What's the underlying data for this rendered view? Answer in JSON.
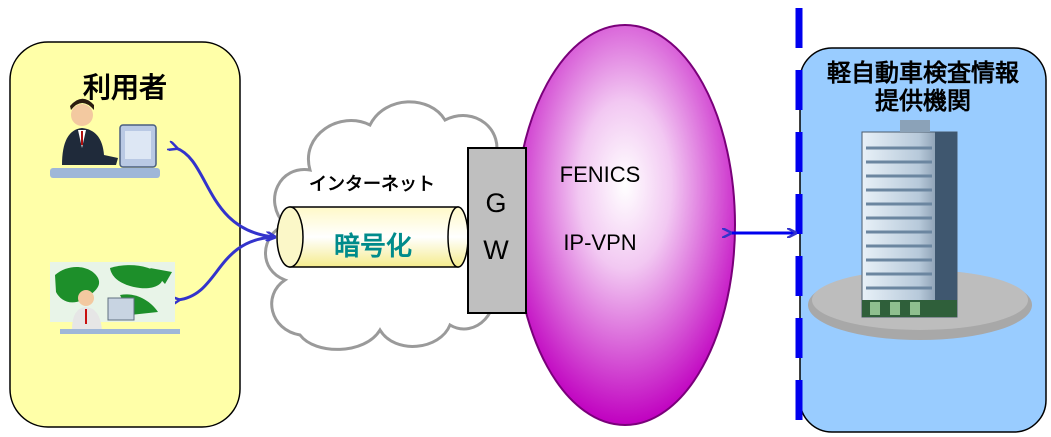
{
  "users_box": {
    "title": "利用者"
  },
  "internet": {
    "label": "インターネット"
  },
  "tunnel": {
    "label": "暗号化"
  },
  "gateway": {
    "letters": [
      "G",
      "W"
    ]
  },
  "network": {
    "name": "FENICS",
    "type": "IP-VPN"
  },
  "organization": {
    "title_line1": "軽自動車検査情報",
    "title_line2": "提供機関"
  },
  "colors": {
    "users_box_fill": "#ffffa8",
    "org_box_fill": "#99ccff",
    "ellipse_fill": "#cc00cc",
    "tunnel_fill": "#ffffc0",
    "gateway_fill": "#bfbfbf",
    "arrow": "#3333cc",
    "boundary": "#0000ee",
    "tunnel_text": "#008b8b"
  },
  "icons": [
    "user-pc-icon",
    "user-globe-pc-icon",
    "office-building-icon"
  ]
}
